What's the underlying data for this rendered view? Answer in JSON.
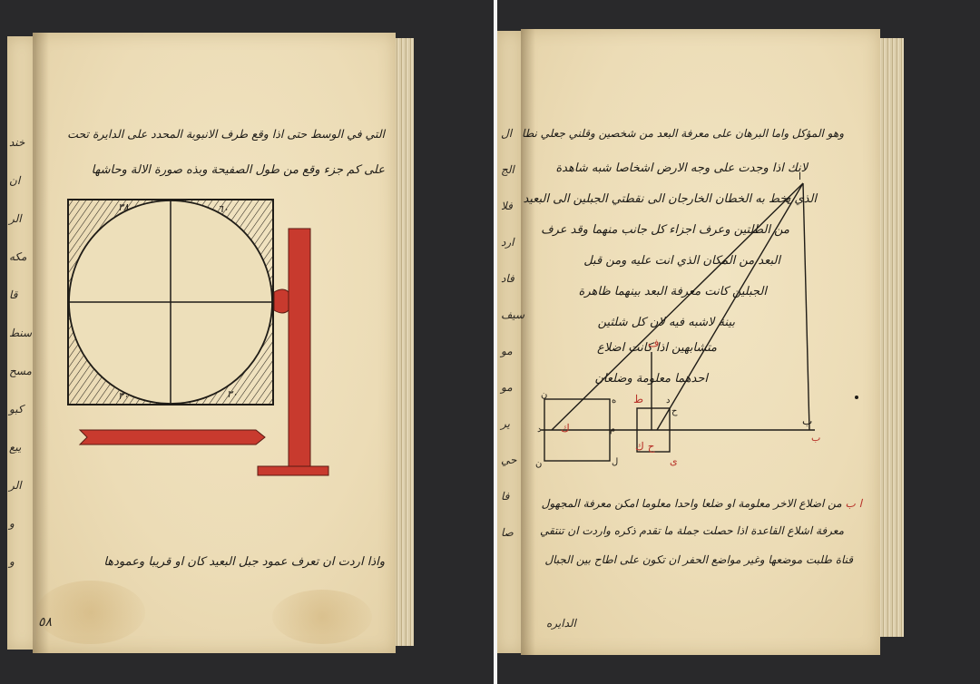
{
  "left_page": {
    "lines": [
      "التي في الوسط حتى اذا وقع طرف الانبوبة المحدد على الدايرة تحت",
      "على كم جزء وقع من طول الصفيحة وبذه صورة الالة وحاشها",
      "واذا اردت ان تعرف عمود جبل البعيد كان او قريبا وعمودها"
    ],
    "diagram_marks": [
      "٣٨",
      "٦٠",
      "٣٠",
      "٣٠"
    ],
    "folio": "٥٨",
    "margin_fragments": [
      "خند",
      "ان",
      "الر",
      "مكه",
      "قا",
      "سنط",
      "مسح",
      "كبو",
      "يبع",
      "الر",
      "و",
      "و"
    ]
  },
  "right_page": {
    "lines": [
      "وهو المؤكل واما البرهان على معرفة البعد من شخصين وقلني جعلي نطا",
      "لانك اذا وجدت على وجه الارض اشخاصا شبه شاهدة",
      "الذي يخط به الخطان الخارجان الى نقطتي الجبلين الى البعيد",
      "من الطلتين وعرف اجزاء كل جانب منهما وقد عرف",
      "البعد من المكان الذي انت عليه ومن قبل",
      "الجبلين كانت معرفة البعد بينهما ظاهرة",
      "بينة لاشبه فيه لان كل شلثين",
      "متشابهين اذا كانت اضلاع",
      "احدهما معلومة وضلعان",
      "من اضلاع الاخر معلومة او ضلعا واحدا معلوما امكن معرفة المجهول",
      "معرفة اشلاع القاعدة اذا حصلت جملة ما تقدم ذكره واردت ان تنتقي",
      "قناة طلبت موضعها وغير مواضع الحفر ان تكون على اطاح بين الجبال"
    ],
    "red_words": [
      "ا ب",
      "ف",
      "ط",
      "ح ك",
      "ى",
      "ك",
      "ب"
    ],
    "diagram_marks": [
      "ا",
      "ح",
      "ن",
      "ه",
      "د",
      "م",
      "ل",
      "ن",
      "ح",
      "د",
      "ب"
    ],
    "folio": "الدايره",
    "margin_fragments": [
      "ال",
      "الج",
      "فلا",
      "ارد",
      "فاد",
      "سيف",
      "مو",
      "مو",
      "ير",
      "حي",
      "فا",
      "صا"
    ]
  }
}
